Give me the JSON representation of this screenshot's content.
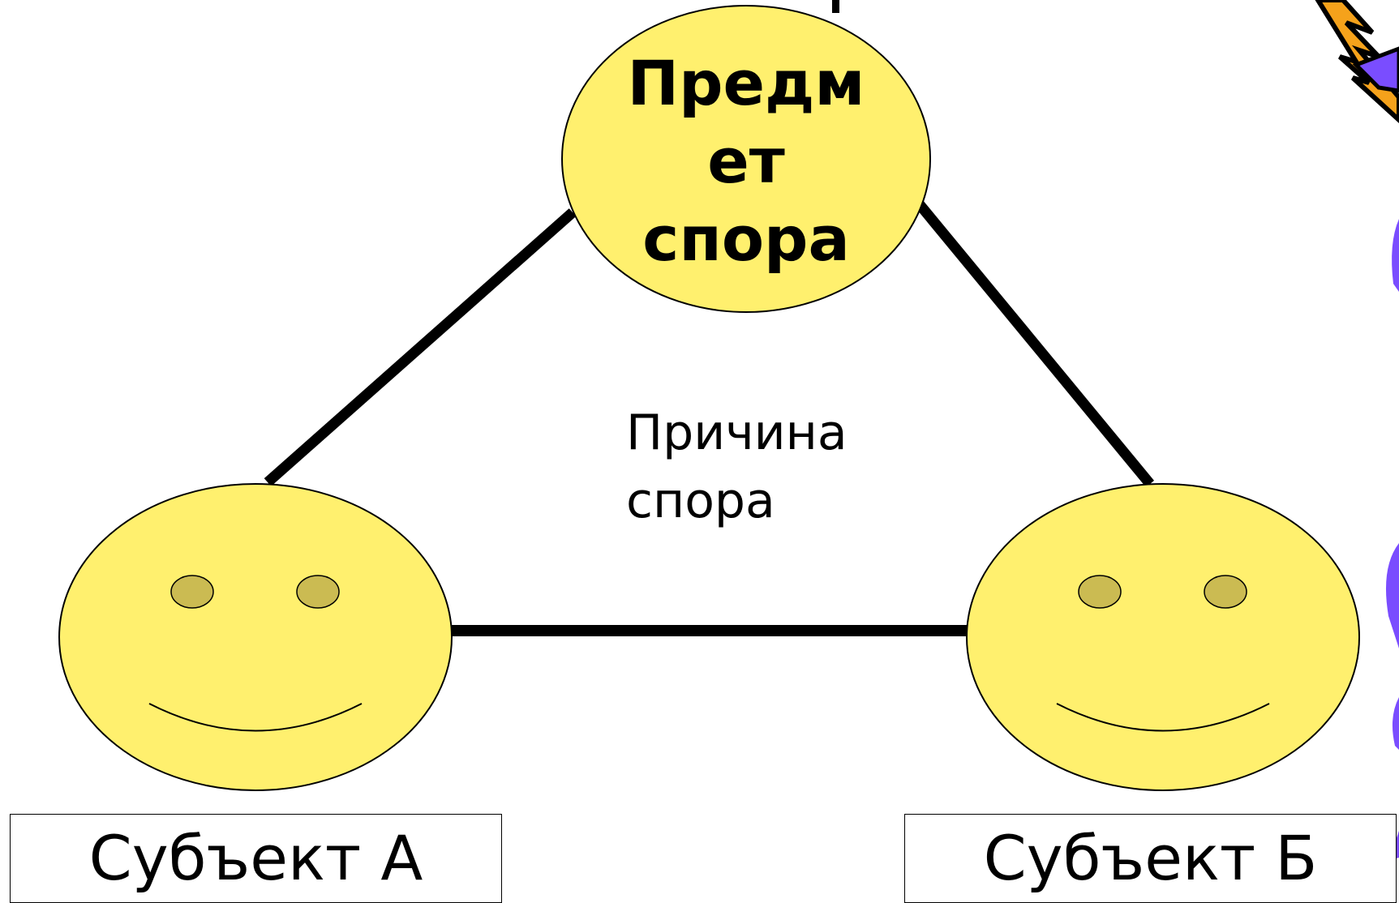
{
  "diagram": {
    "topic_lines": [
      "Предм",
      "ет",
      "спора"
    ],
    "cause_lines": [
      "Причина",
      "спора"
    ],
    "subject_a": "Субъект А",
    "subject_b": "Субъект Б"
  },
  "colors": {
    "face_fill": "#fff06e",
    "eye_fill": "#cbbb52",
    "line": "#000000",
    "decor_orange": "#f5a21b",
    "decor_purple": "#7a4dff"
  }
}
